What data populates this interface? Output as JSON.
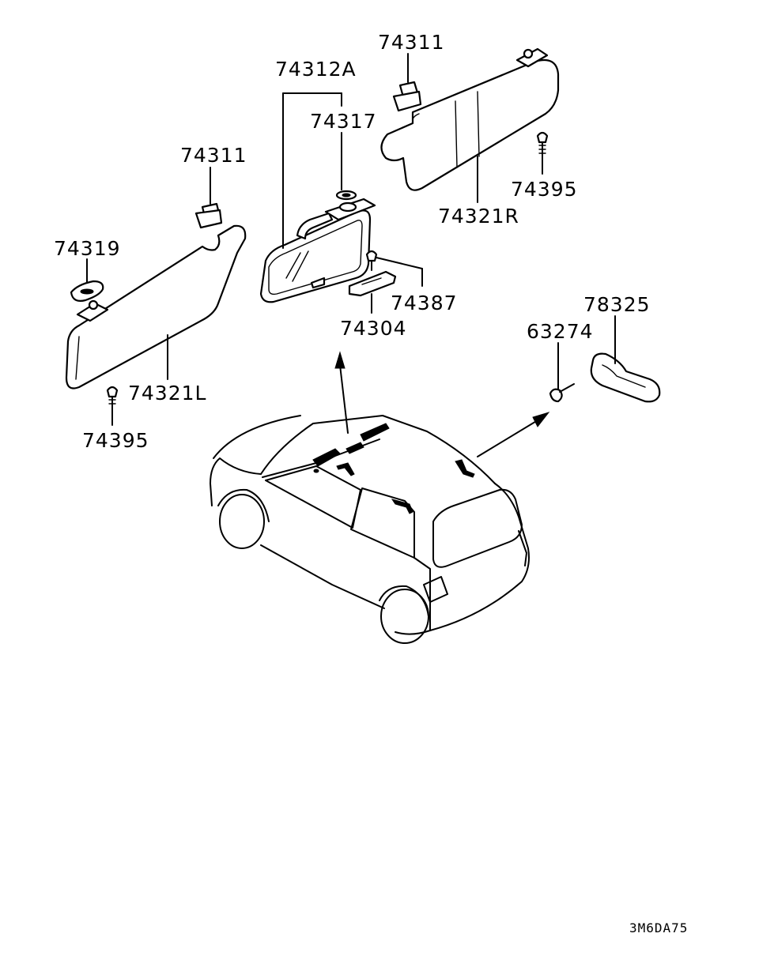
{
  "labels": {
    "clip_right": "74311",
    "mirror_assy": "74312A",
    "mirror_cover": "74317",
    "clip_left": "74311",
    "holder_left": "74319",
    "visor_right": "74321R",
    "screw_right": "74395",
    "screw_mirror": "74387",
    "mirror_bracket": "74304",
    "grip_handle": "78325",
    "screw_grip": "63274",
    "visor_left": "74321L",
    "screw_left": "74395"
  },
  "diagram_code": "3M6DA75",
  "colors": {
    "line": "#000000",
    "background": "#ffffff"
  }
}
